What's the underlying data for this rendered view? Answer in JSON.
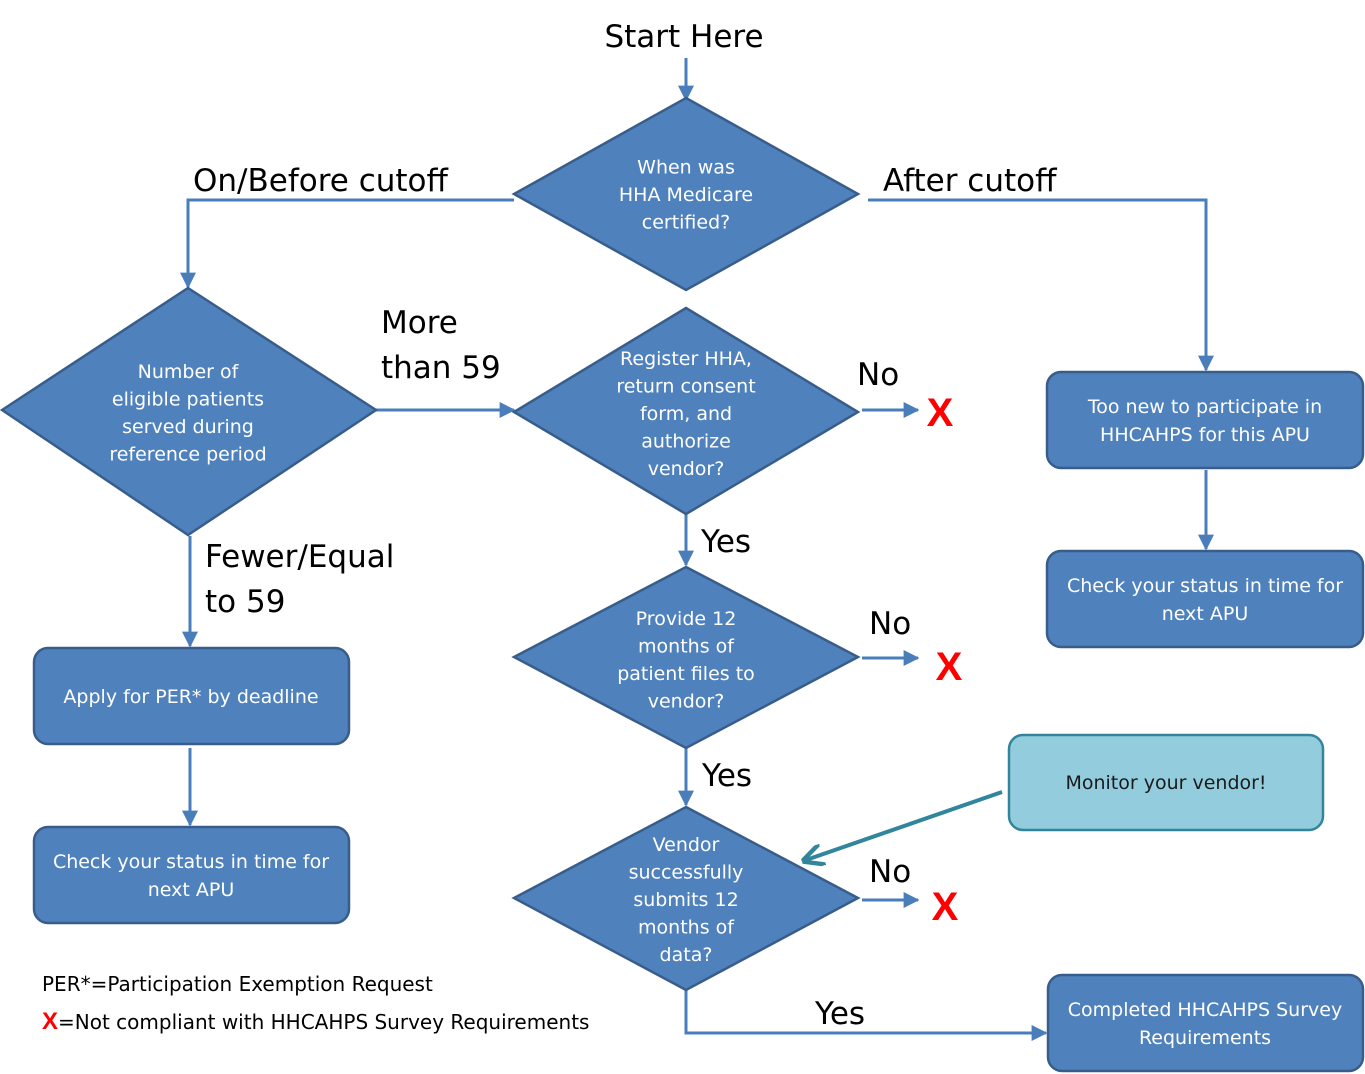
{
  "diagram": {
    "start_label": "Start Here",
    "nodes": {
      "q_certified": {
        "lines": [
          "When was",
          "HHA Medicare",
          "certified?"
        ]
      },
      "q_patients": {
        "lines": [
          "Number of",
          "eligible patients",
          "served during",
          "reference period"
        ]
      },
      "q_register": {
        "lines": [
          "Register HHA,",
          "return consent",
          "form, and",
          "authorize",
          "vendor?"
        ]
      },
      "q_provide": {
        "lines": [
          "Provide 12",
          "months of",
          "patient files to",
          "vendor?"
        ]
      },
      "q_vendor_submits": {
        "lines": [
          "Vendor",
          "successfully",
          "submits 12",
          "months of",
          "data?"
        ]
      },
      "too_new": {
        "lines": [
          "Too new to participate in",
          "HHCAHPS for this APU"
        ]
      },
      "check_status_right": {
        "lines": [
          "Check your status in time  for",
          "next APU"
        ]
      },
      "apply_per": {
        "lines": [
          "Apply for PER* by deadline"
        ]
      },
      "check_status_left": {
        "lines": [
          "Check your status in time  for",
          "next APU"
        ]
      },
      "monitor_vendor": {
        "lines": [
          "Monitor your vendor!"
        ]
      },
      "completed": {
        "lines": [
          "Completed HHCAHPS Survey",
          "Requirements"
        ]
      }
    },
    "edge_labels": {
      "on_before_cutoff": "On/Before cutoff",
      "after_cutoff": "After cutoff",
      "more_than_59": [
        "More",
        "than 59"
      ],
      "fewer_equal_59": [
        "Fewer/Equal",
        "to 59"
      ],
      "no_register": "No",
      "no_provide": "No",
      "no_vendor": "No",
      "yes_register": "Yes",
      "yes_provide": "Yes",
      "yes_vendor": "Yes"
    },
    "non_compliant_mark": "X",
    "colors": {
      "shape_fill": "#4F81BD",
      "shape_border": "#385D8A",
      "callout_fill": "#93CDDD",
      "callout_border": "#31859C",
      "x_mark": "#FF0000"
    }
  },
  "legend": {
    "per_definition": "PER*=Participation Exemption Request",
    "x_symbol": "X",
    "x_definition": "=Not compliant with HHCAHPS Survey Requirements"
  }
}
